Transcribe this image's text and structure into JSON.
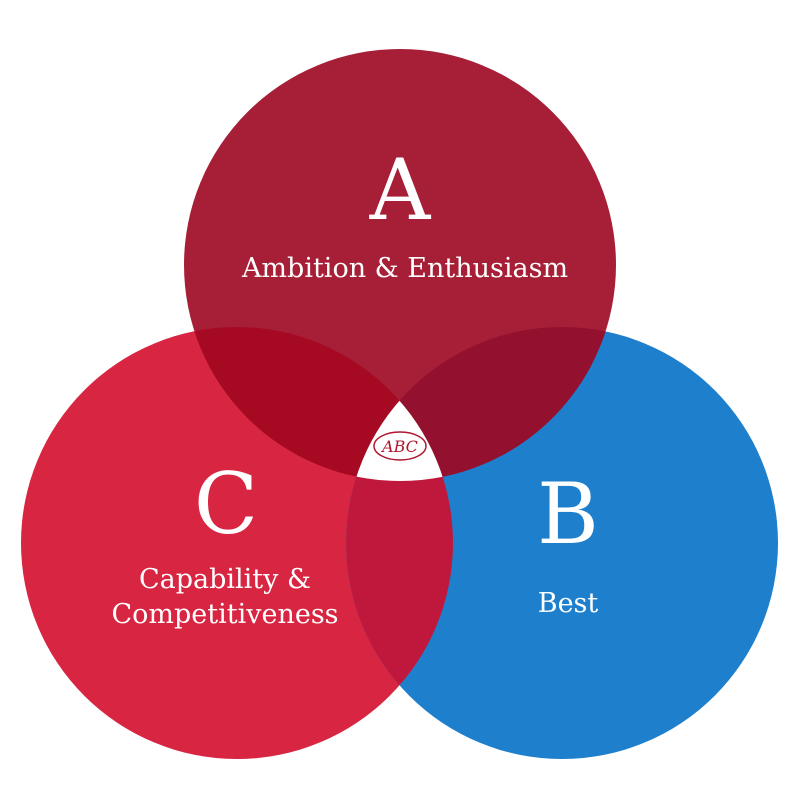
{
  "circles": {
    "a": {
      "letter": "A",
      "label": "Ambition & Enthusiasm",
      "color": "#a71f37"
    },
    "b": {
      "letter": "B",
      "label": "Best",
      "color": "#1e7fcc"
    },
    "c": {
      "letter": "C",
      "label_line1": "Capability &",
      "label_line2": "Competitiveness",
      "color": "#d82542"
    }
  },
  "overlaps": {
    "ac": "#a50a22",
    "ab": "#93112f",
    "bc": "#c0183c"
  },
  "logo": {
    "text": "ABC"
  }
}
